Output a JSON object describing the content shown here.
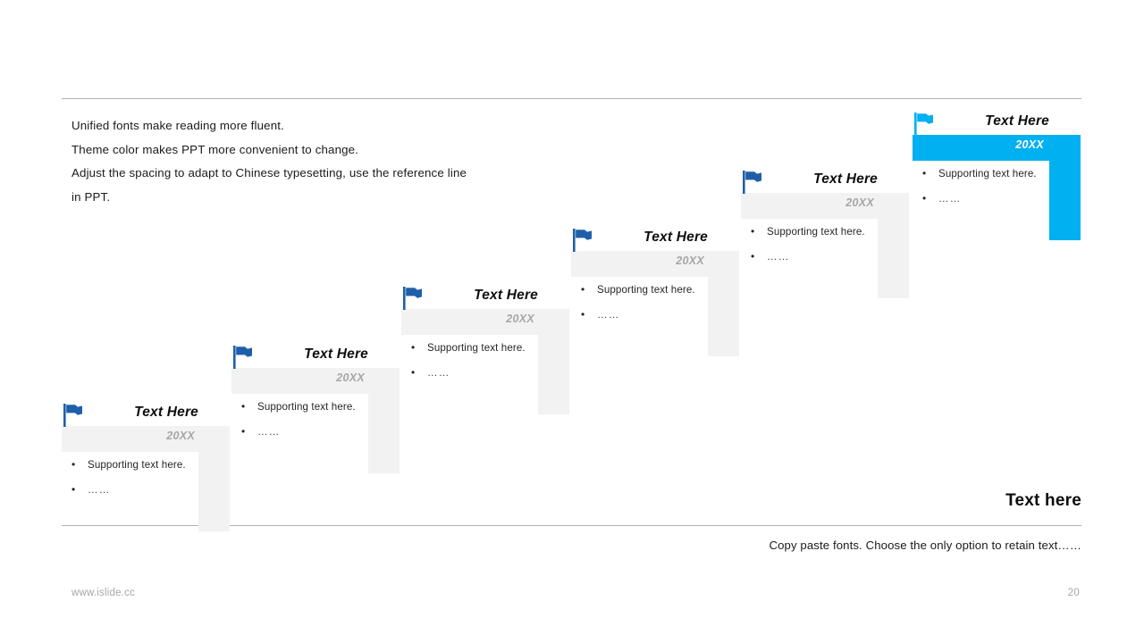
{
  "theme": {
    "accent": "#00b0f0",
    "flag_dark": "#1f5fa9",
    "bar_gray": "#f2f2f2",
    "year_gray": "#a6a6a6",
    "rule_gray": "#b3b3b3",
    "footer_gray": "#a6a6a6"
  },
  "intro": {
    "line1": "Unified fonts make reading more fluent.",
    "line2": "Theme color makes PPT more convenient to change.",
    "line3": "Adjust the spacing to adapt to Chinese typesetting, use the reference line",
    "line4": "in PPT."
  },
  "steps": [
    {
      "title": "Text Here",
      "year": "20XX",
      "bullet1": "Supporting text here.",
      "bullet2": "……",
      "active": false,
      "icon": "flag-icon"
    },
    {
      "title": "Text Here",
      "year": "20XX",
      "bullet1": "Supporting text here.",
      "bullet2": "……",
      "active": false,
      "icon": "flag-icon"
    },
    {
      "title": "Text Here",
      "year": "20XX",
      "bullet1": "Supporting text here.",
      "bullet2": "……",
      "active": false,
      "icon": "flag-icon"
    },
    {
      "title": "Text Here",
      "year": "20XX",
      "bullet1": "Supporting text here.",
      "bullet2": "……",
      "active": false,
      "icon": "flag-icon"
    },
    {
      "title": "Text Here",
      "year": "20XX",
      "bullet1": "Supporting text here.",
      "bullet2": "……",
      "active": true,
      "icon": "flag-icon"
    }
  ],
  "footer_block": {
    "title": "Text here",
    "text": "Copy paste fonts. Choose the only option to retain text……"
  },
  "page_footer": {
    "site": "www.islide.cc",
    "page_number": "20"
  }
}
